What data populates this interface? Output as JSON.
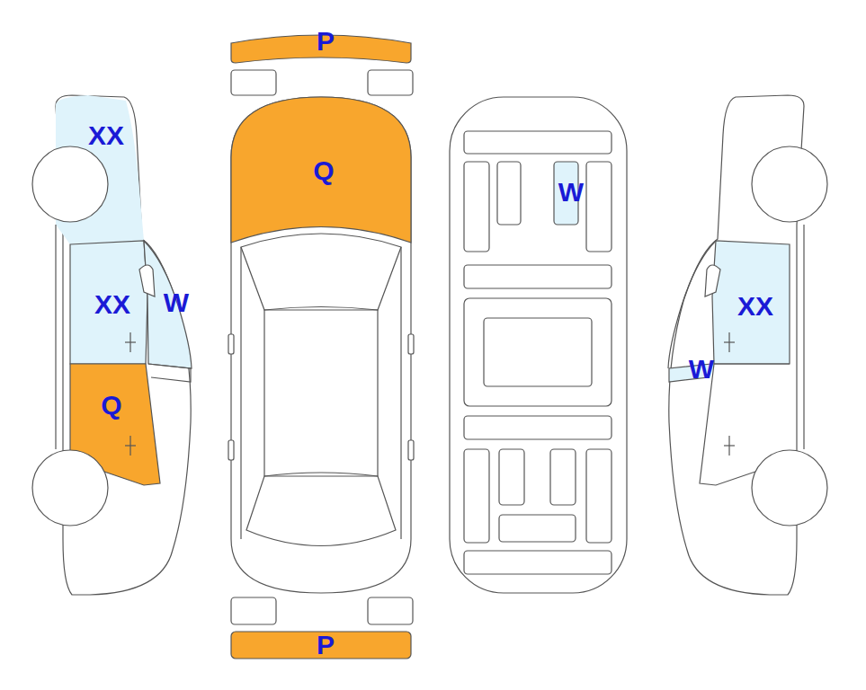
{
  "diagram": {
    "labels": [
      "XX",
      "XX",
      "W",
      "Q",
      "P",
      "Q",
      "P",
      "W",
      "XX",
      "W"
    ]
  }
}
